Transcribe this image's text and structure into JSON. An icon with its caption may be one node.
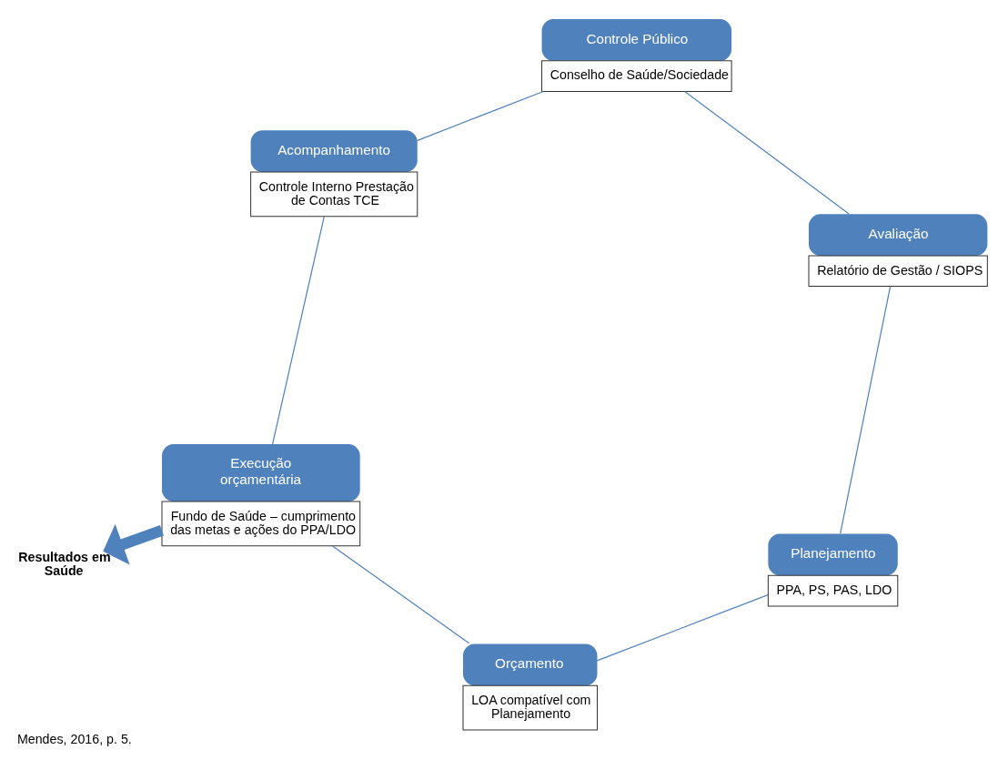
{
  "diagram": {
    "caption": "Mendes, 2016, p. 5.",
    "nodes": [
      {
        "text": [
          "Planejamento",
          "PPA, PS, PAS, LDO"
        ]
      },
      {
        "text": [
          "Orçamento",
          "LOA compatível com Planejamento"
        ]
      },
      {
        "text": [
          "Execução orçamentária",
          "Fundo de Saúde – cumprimento das metas e ações do PPA/LDO"
        ]
      },
      {
        "text": [
          "Acompanhamento",
          "Controle Interno Prestação de Contas TCE"
        ]
      },
      {
        "text": [
          "Controle Público",
          "Conselho de Saúde/Sociedade"
        ]
      },
      {
        "text": [
          "Avaliação",
          "Relatório de Gestão / SIOPS"
        ]
      },
      {
        "text": [
          "Resultados em Saúde"
        ]
      }
    ],
    "edges": [
      {
        "from": 0,
        "to": 1,
        "arrow": "none"
      },
      {
        "from": 1,
        "to": 2,
        "arrow": "none"
      },
      {
        "from": 2,
        "to": 3,
        "arrow": "none"
      },
      {
        "from": 3,
        "to": 4,
        "arrow": "none"
      },
      {
        "from": 4,
        "to": 5,
        "arrow": "none"
      },
      {
        "from": 5,
        "to": 0,
        "arrow": "none"
      },
      {
        "from": 2,
        "to": 6,
        "arrow": "to",
        "style": "thick"
      }
    ]
  }
}
